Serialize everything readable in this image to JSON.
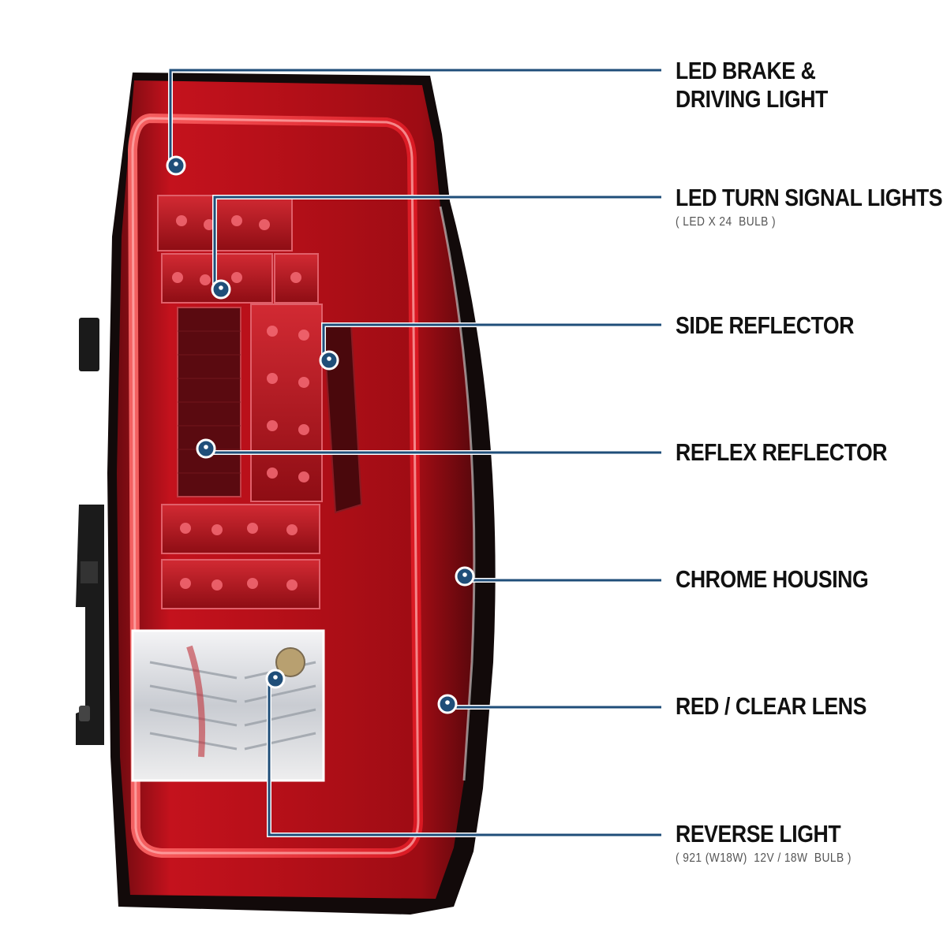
{
  "accent_color": "#1f4e79",
  "product": {
    "name": "tail-light-assembly",
    "lens_colors": [
      "red",
      "clear"
    ]
  },
  "callouts": [
    {
      "id": "led-brake",
      "label_lines": [
        "LED BRAKE &",
        "DRIVING LIGHT"
      ],
      "sub": ""
    },
    {
      "id": "led-turn",
      "label_lines": [
        "LED TURN SIGNAL LIGHTS"
      ],
      "sub": "( LED X 24  BULB )"
    },
    {
      "id": "side-reflector",
      "label_lines": [
        "SIDE REFLECTOR"
      ],
      "sub": ""
    },
    {
      "id": "reflex-reflector",
      "label_lines": [
        "REFLEX REFLECTOR"
      ],
      "sub": ""
    },
    {
      "id": "chrome-housing",
      "label_lines": [
        "CHROME HOUSING"
      ],
      "sub": ""
    },
    {
      "id": "red-clear-lens",
      "label_lines": [
        "RED / CLEAR LENS"
      ],
      "sub": ""
    },
    {
      "id": "reverse-light",
      "label_lines": [
        "REVERSE LIGHT"
      ],
      "sub": "( 921 (W18W)  12V / 18W  BULB )"
    }
  ]
}
